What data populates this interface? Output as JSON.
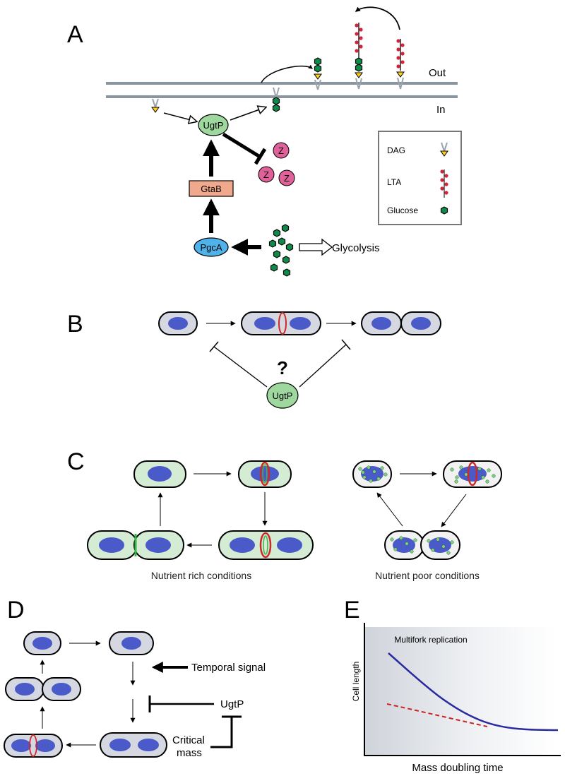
{
  "panels": {
    "a": "A",
    "b": "B",
    "c": "C",
    "d": "D",
    "e": "E"
  },
  "panel_a": {
    "out_label": "Out",
    "in_label": "In",
    "ugtp": "UgtP",
    "gtab": "GtaB",
    "pgca": "PgcA",
    "z": "Z",
    "glycolysis": "Glycolysis",
    "legend": {
      "dag": "DAG",
      "lta": "LTA",
      "glucose": "Glucose"
    }
  },
  "panel_b": {
    "question": "?",
    "ugtp": "UgtP"
  },
  "panel_c": {
    "rich_caption": "Nutrient rich conditions",
    "poor_caption": "Nutrient poor conditions"
  },
  "panel_d": {
    "temporal_signal": "Temporal signal",
    "ugtp": "UgtP",
    "critical_mass": "Critical\nmass"
  },
  "panel_e": {
    "title": "Multifork replication",
    "xlabel": "Mass doubling time",
    "ylabel": "Cell length"
  },
  "colors": {
    "membrane": "#8a95a0",
    "ugtp_fill": "#9fd89f",
    "gtab_fill": "#f0a98c",
    "pgca_fill": "#4fb3ea",
    "z_fill": "#e0609a",
    "nucleoid": "#4a5ac8",
    "ring": "#cc2a2a",
    "solid_curve": "#2a2aa0",
    "dashed_curve": "#cc2222"
  }
}
